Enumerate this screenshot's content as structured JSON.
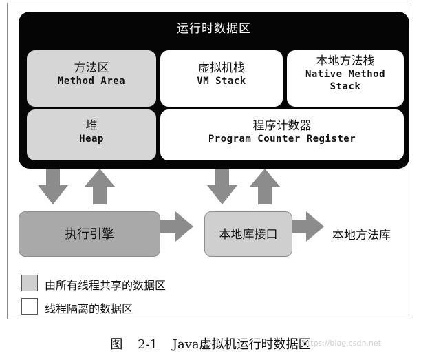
{
  "runtime_area": {
    "title": "运行时数据区",
    "method_area": {
      "zh": "方法区",
      "en": "Method Area"
    },
    "vm_stack": {
      "zh": "虚拟机栈",
      "en": "VM Stack"
    },
    "native_stack": {
      "zh": "本地方法栈",
      "en_line1": "Native Method",
      "en_line2": "Stack"
    },
    "heap": {
      "zh": "堆",
      "en": "Heap"
    },
    "pc_register": {
      "zh": "程序计数器",
      "en": "Program Counter Register"
    }
  },
  "execution_engine": "执行引擎",
  "native_interface": "本地库接口",
  "native_library": "本地方法库",
  "legend": {
    "shared": "由所有线程共享的数据区",
    "private": "线程隔离的数据区"
  },
  "caption": {
    "figure": "图",
    "number": "2-1",
    "title": "Java虚拟机运行时数据区"
  },
  "watermark": "https://blog.csdn.net",
  "colors": {
    "runtime_bg": "#050505",
    "shared": "#d6d6d6",
    "private": "#ffffff",
    "engine": "#a9a9a9",
    "arrow": "#8c8c8c"
  }
}
